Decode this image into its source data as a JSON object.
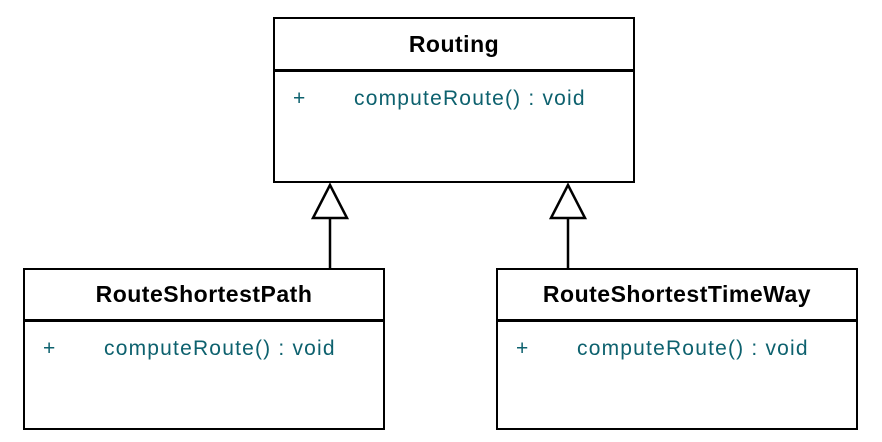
{
  "diagram": {
    "type": "uml-class-diagram",
    "background_color": "#ffffff",
    "line_color": "#000000",
    "title_text_color": "#000000",
    "member_text_color": "#0d616e",
    "classes": [
      {
        "name": "Routing",
        "members": [
          {
            "visibility": "+",
            "signature": "computeRoute() : void"
          }
        ]
      },
      {
        "name": "RouteShortestPath",
        "members": [
          {
            "visibility": "+",
            "signature": "computeRoute() : void"
          }
        ]
      },
      {
        "name": "RouteShortestTimeWay",
        "members": [
          {
            "visibility": "+",
            "signature": "computeRoute() : void"
          }
        ]
      }
    ],
    "relationships": [
      {
        "type": "generalization",
        "from": "RouteShortestPath",
        "to": "Routing"
      },
      {
        "type": "generalization",
        "from": "RouteShortestTimeWay",
        "to": "Routing"
      }
    ]
  }
}
